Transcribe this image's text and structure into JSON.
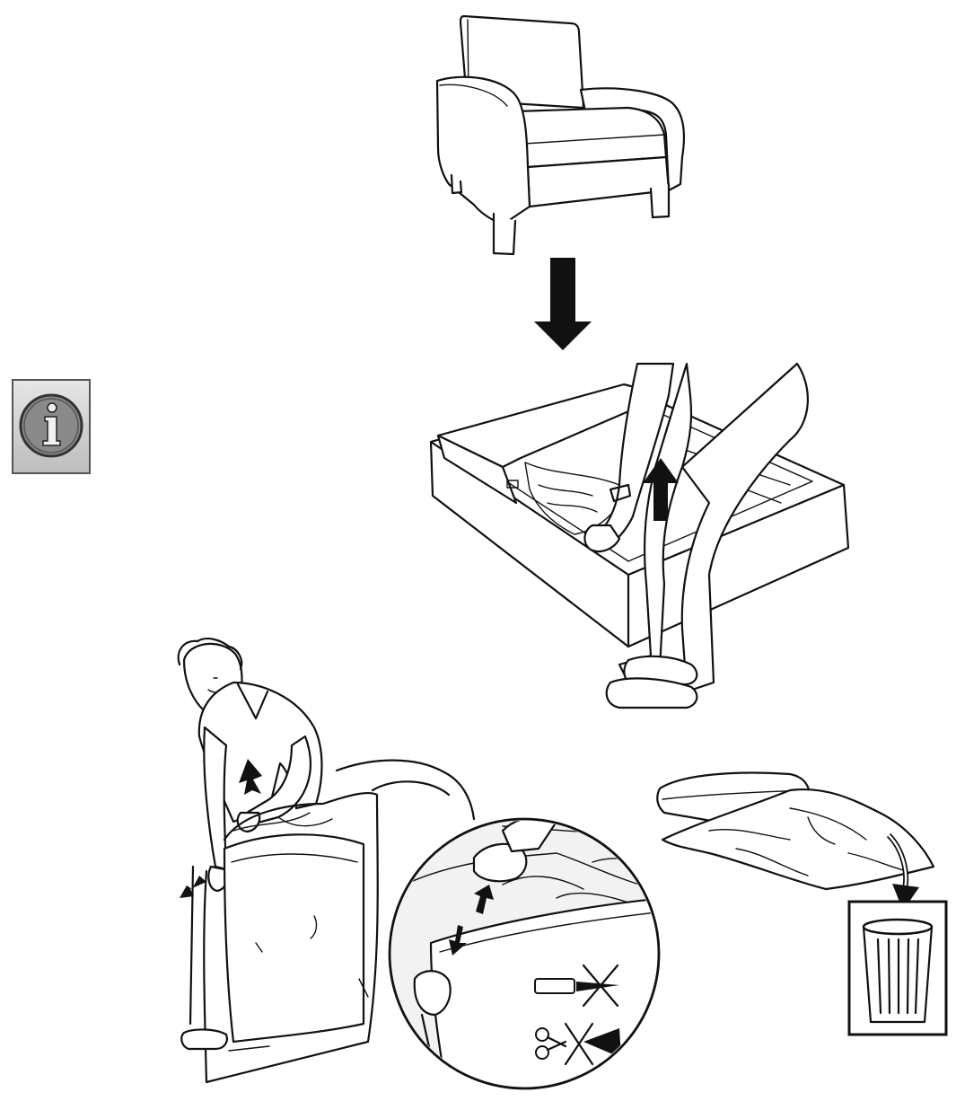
{
  "diagram": {
    "steps": [
      {
        "id": "armchair"
      },
      {
        "id": "lift-cushion-from-box"
      },
      {
        "id": "remove-plastic-wrap"
      },
      {
        "id": "discard-packaging"
      }
    ],
    "icons": [
      "info-icon",
      "down-arrow-icon",
      "up-arrow-icon",
      "knife-prohibited-icon",
      "scissors-prohibited-icon",
      "trash-bin-icon"
    ],
    "colors": {
      "line": "#111111",
      "icon_bg": "#d6d6d6",
      "icon_circle": "#8a8a8a",
      "magnifier_bg": "#f2f2f2"
    }
  }
}
